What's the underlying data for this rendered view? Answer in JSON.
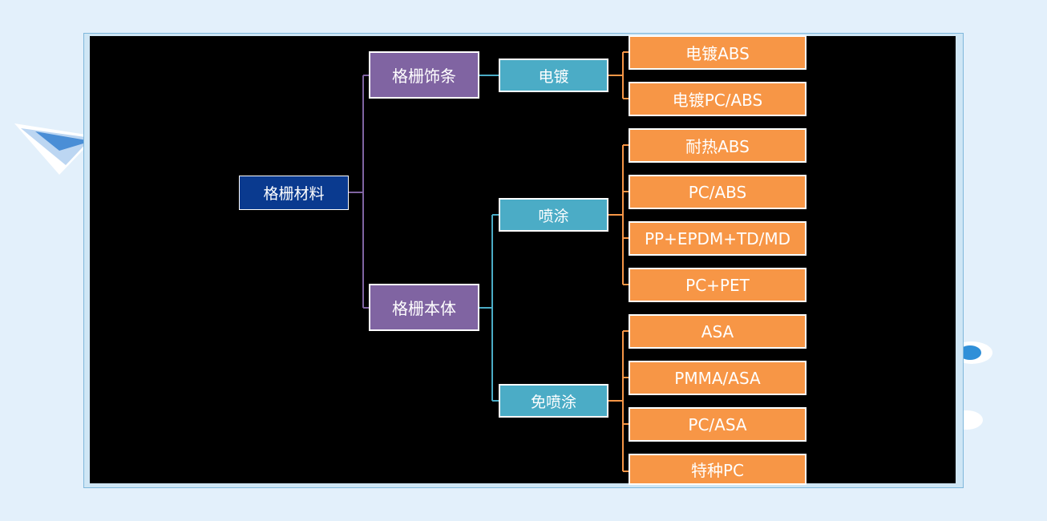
{
  "diagram": {
    "root": "格栅材料",
    "categories": [
      {
        "label": "格栅饰条"
      },
      {
        "label": "格栅本体"
      }
    ],
    "processes": [
      {
        "label": "电镀",
        "parent": "格栅饰条"
      },
      {
        "label": "喷涂",
        "parent": "格栅本体"
      },
      {
        "label": "免喷涂",
        "parent": "格栅本体"
      }
    ],
    "materials": [
      {
        "label": "电镀ABS",
        "parent": "电镀"
      },
      {
        "label": "电镀PC/ABS",
        "parent": "电镀"
      },
      {
        "label": "耐热ABS",
        "parent": "喷涂"
      },
      {
        "label": "PC/ABS",
        "parent": "喷涂"
      },
      {
        "label": "PP+EPDM+TD/MD",
        "parent": "喷涂"
      },
      {
        "label": "PC+PET",
        "parent": "喷涂"
      },
      {
        "label": "ASA",
        "parent": "免喷涂"
      },
      {
        "label": "PMMA/ASA",
        "parent": "免喷涂"
      },
      {
        "label": "PC/ASA",
        "parent": "免喷涂"
      },
      {
        "label": "特种PC",
        "parent": "免喷涂"
      }
    ]
  },
  "colors": {
    "page_background": "#e3f0fb",
    "canvas_background": "#000000",
    "root": "#0a3a8f",
    "category": "#8064a2",
    "process": "#4bacc6",
    "material": "#f79646",
    "connector_category": "#8064a2",
    "connector_process": "#4bacc6",
    "connector_material": "#f79646"
  }
}
